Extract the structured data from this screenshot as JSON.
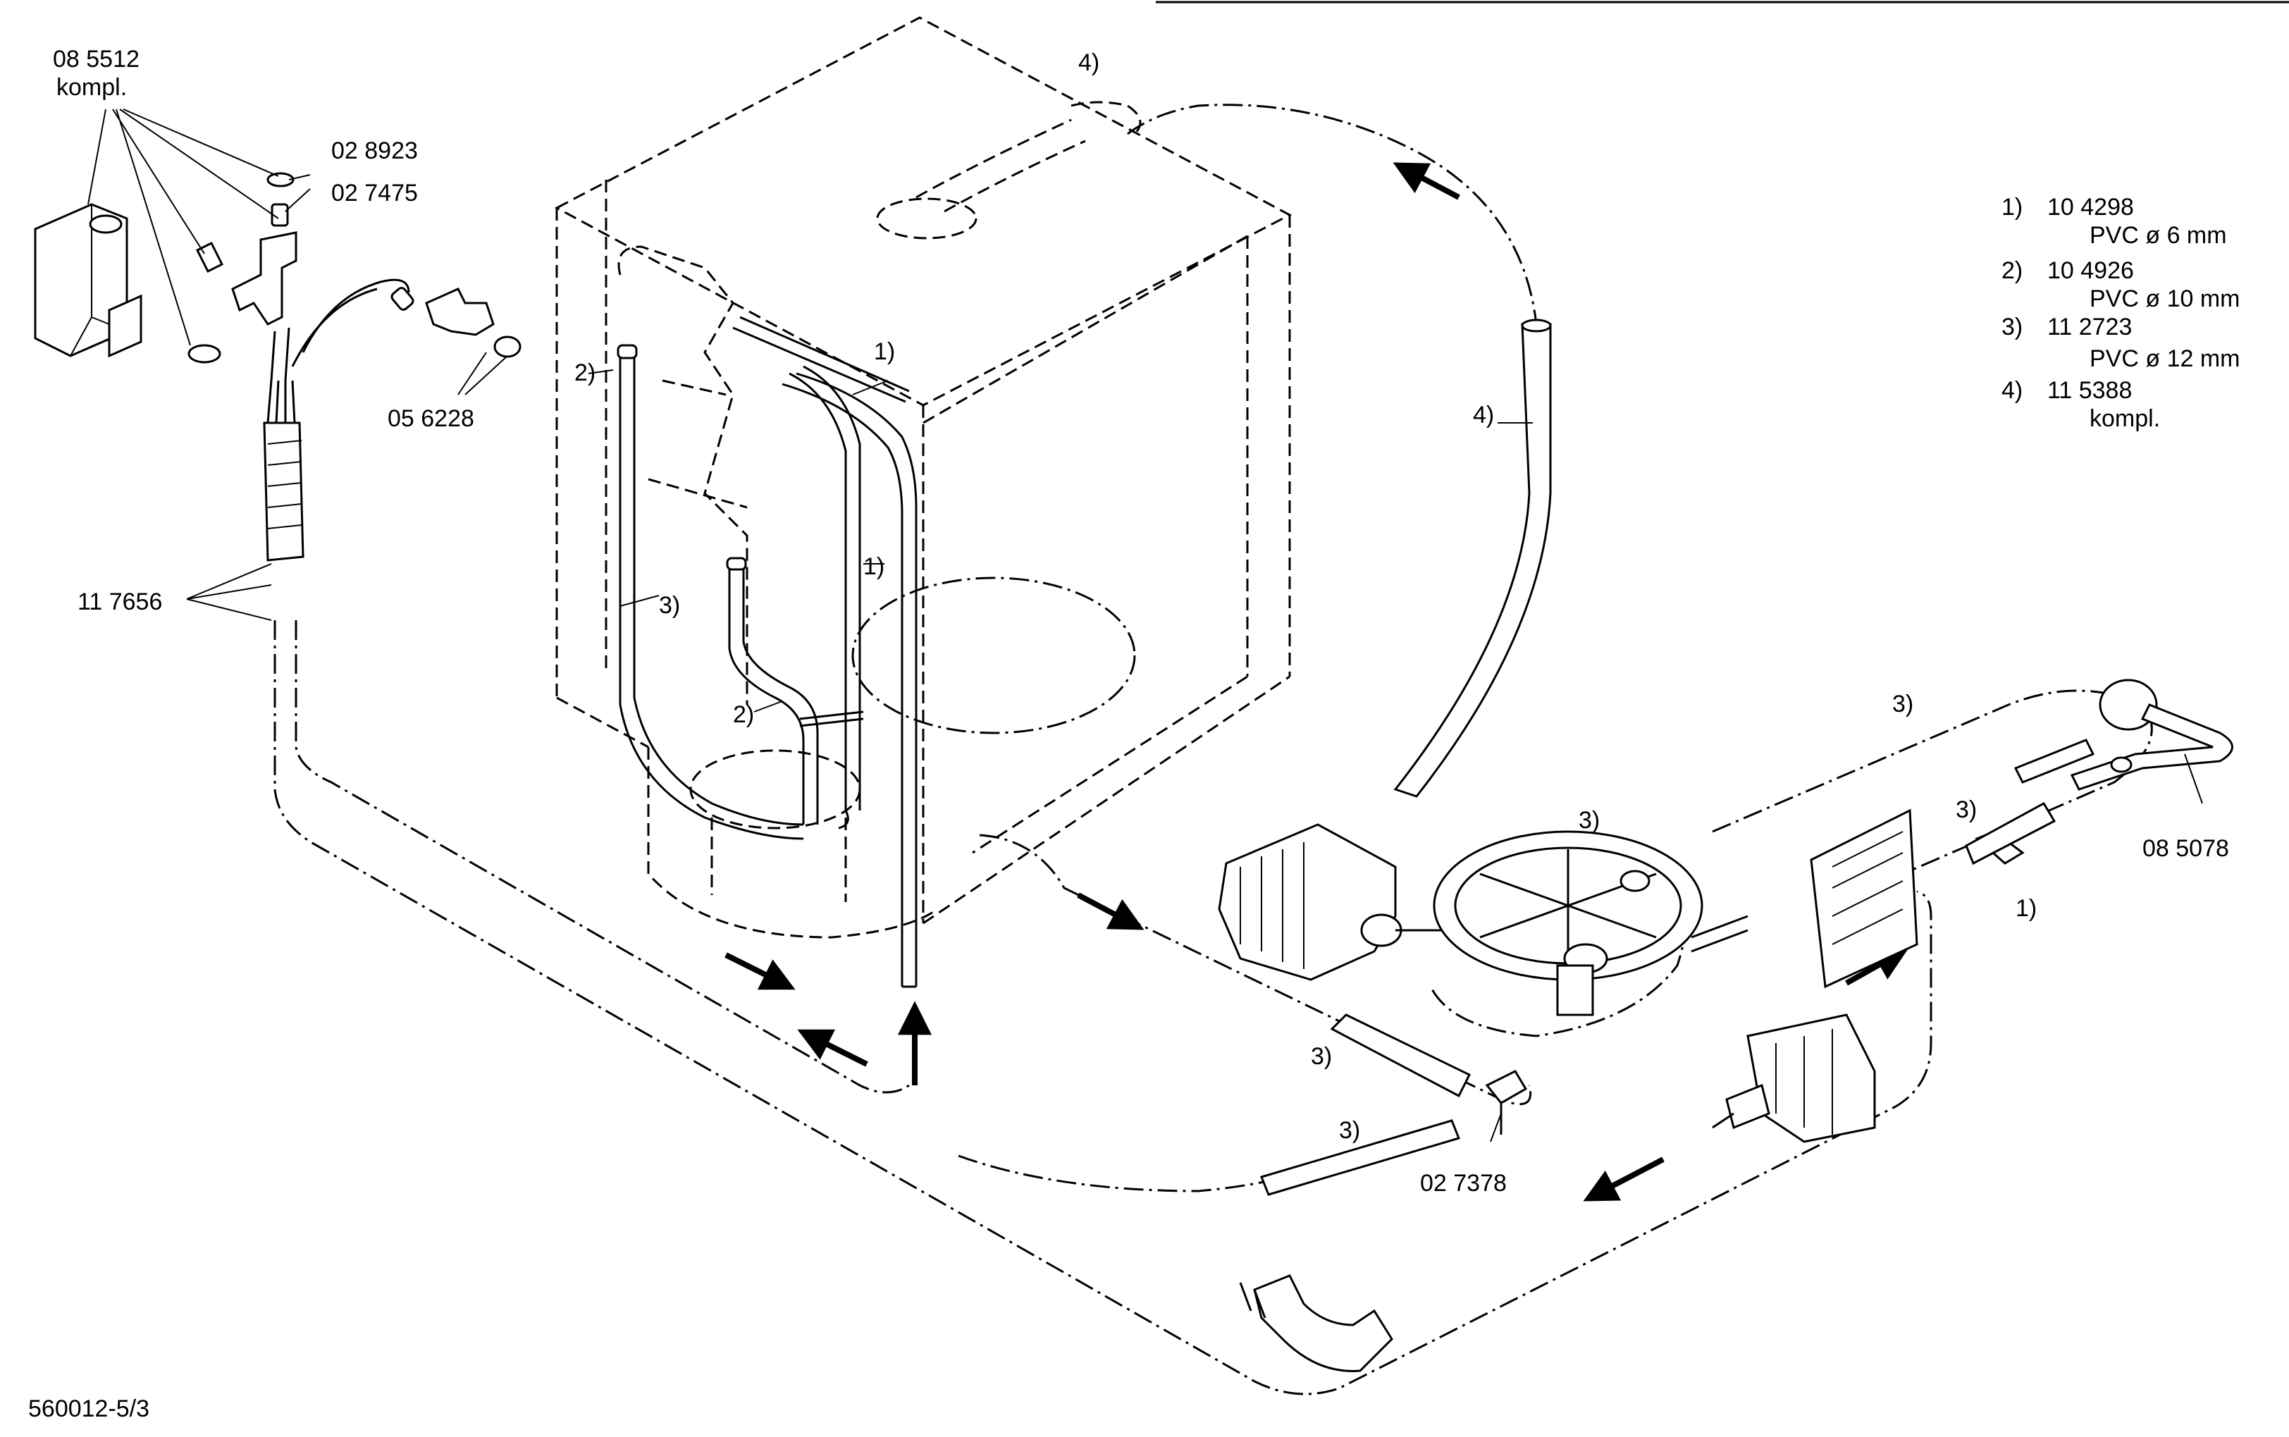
{
  "labels": {
    "kit_number": "08 5512",
    "kit_suffix": "kompl.",
    "p_028923": "02 8923",
    "p_027475": "02 7475",
    "p_056228": "05 6228",
    "p_117656": "11 7656",
    "p_085078": "08 5078",
    "p_027378": "02 7378",
    "drawing_number": "560012-5/3",
    "m1": "1)",
    "m2": "2)",
    "m3": "3)",
    "m4": "4)"
  },
  "legend": {
    "items": [
      {
        "marker": "1)",
        "part": "10 4298",
        "spec": "PVC ø 6 mm"
      },
      {
        "marker": "2)",
        "part": "10 4926",
        "spec": "PVC ø 10 mm"
      },
      {
        "marker": "3)",
        "part": "11 2723",
        "spec": "PVC ø 12 mm"
      },
      {
        "marker": "4)",
        "part": "11 5388",
        "spec": "kompl."
      }
    ]
  }
}
